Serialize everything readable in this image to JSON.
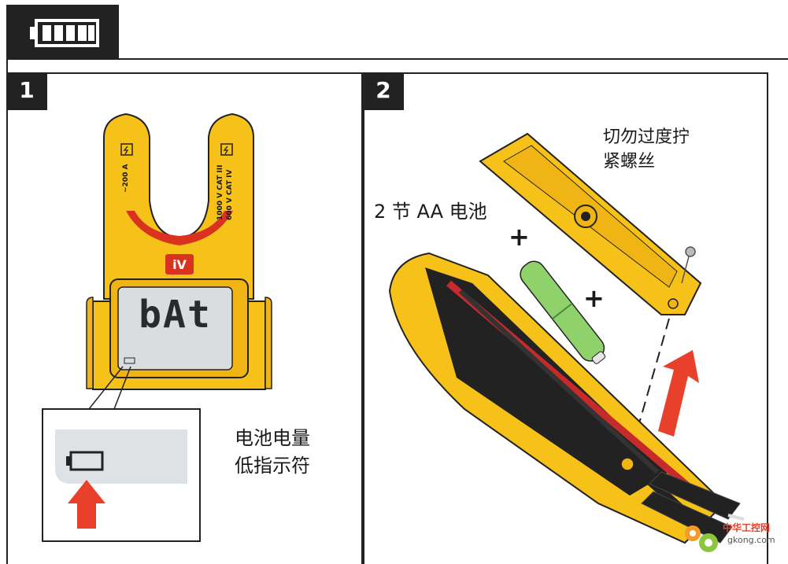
{
  "header": {
    "icon": "battery-full-icon"
  },
  "step1": {
    "number": "1",
    "display_text": "bAt",
    "jaw_left_label": "~200 A",
    "jaw_right_label_1": "1000 V CAT III",
    "jaw_right_label_2": "600 V CAT IV",
    "caption_line1": "电池电量",
    "caption_line2": "低指示符"
  },
  "step2": {
    "number": "2",
    "battery_label": "2 节 AA 电池",
    "screw_label_line1": "切勿过度拧",
    "screw_label_line2": "紧螺丝",
    "plus_1": "+",
    "plus_2": "+"
  },
  "watermark": {
    "text_1": "中华工控网",
    "text_2": "gkong.com"
  },
  "colors": {
    "yellow": "#f6c21a",
    "dark": "#222222",
    "red": "#e8402a",
    "green": "#8fd26b",
    "lcd": "#d9dde0"
  }
}
